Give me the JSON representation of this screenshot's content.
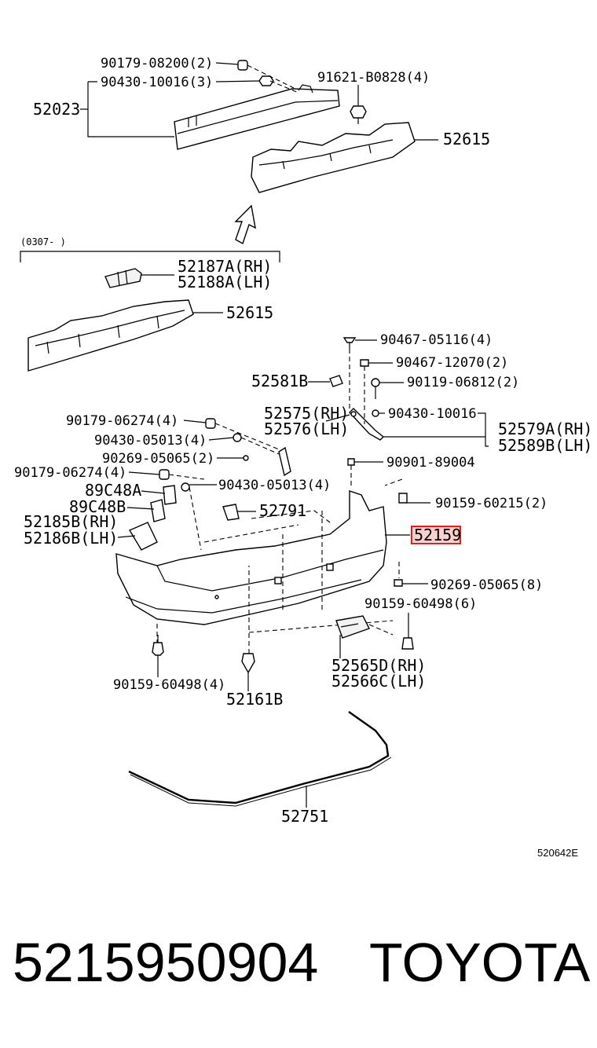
{
  "labels": {
    "p1": "90179-08200(2)",
    "p2": "90430-10016(3)",
    "p3": "52023",
    "p4": "91621-B0828(4)",
    "p5": "52615",
    "p6": "(0307-      )",
    "p7": "52187A(RH)",
    "p8": "52188A(LH)",
    "p9": "52615",
    "p10": "90467-05116(4)",
    "p11": "90467-12070(2)",
    "p12": "52581B",
    "p13": "90119-06812(2)",
    "p14": "52575(RH)",
    "p15": "52576(LH)",
    "p16": "90430-10016",
    "p17": "52579A(RH)",
    "p18": "52589B(LH)",
    "p19": "90179-06274(4)",
    "p20": "90430-05013(4)",
    "p21": "90269-05065(2)",
    "p22": "90901-89004",
    "p23": "90179-06274(4)",
    "p24": "90430-05013(4)",
    "p25": "89C48A",
    "p26": "90159-60215(2)",
    "p27": "89C48B",
    "p28": "52791",
    "p29": "52185B(RH)",
    "p30": "52159",
    "p31": "52186B(LH)",
    "p32": "90269-05065(8)",
    "p33": "90159-60498(6)",
    "p34": "52565D(RH)",
    "p35": "52566C(LH)",
    "p36": "90159-60498(4)",
    "p37": "52161B",
    "p38": "52751",
    "diagram_code": "520642E"
  },
  "footer": {
    "part_number": "5215950904",
    "brand": "TOYOTA"
  },
  "colors": {
    "highlight_box": "#e0201c",
    "line": "#000000",
    "background": "#ffffff"
  }
}
